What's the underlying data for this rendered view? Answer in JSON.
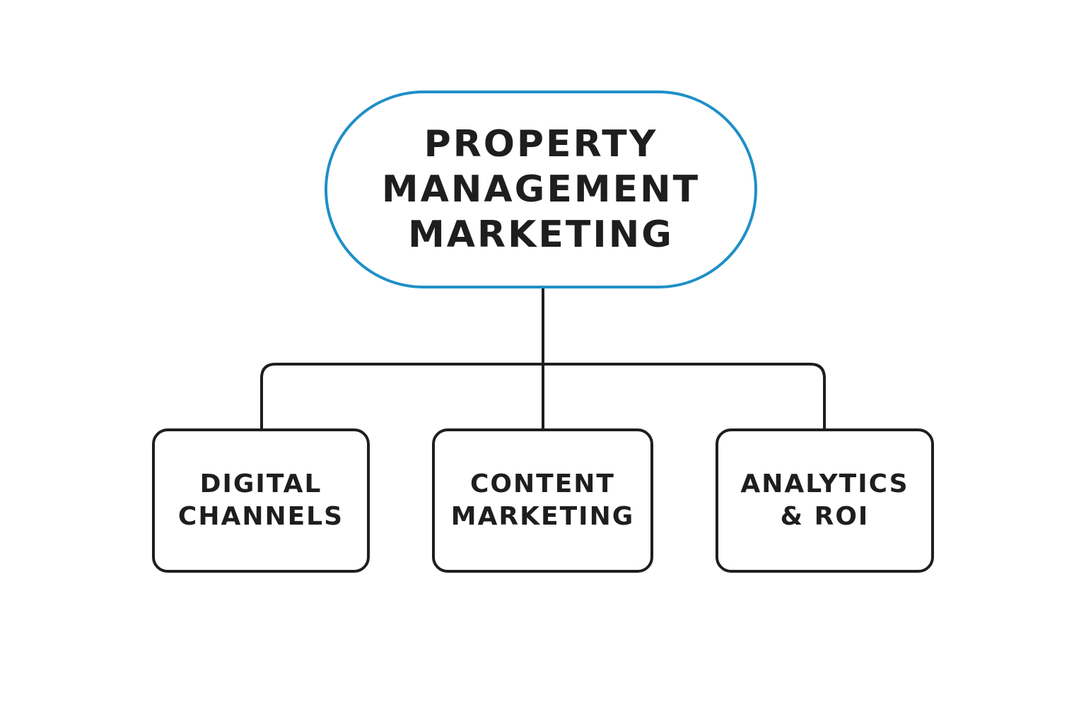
{
  "colors": {
    "background": "#ffffff",
    "root_border": "#1f8fc7",
    "node_border": "#1e1e1e",
    "connector": "#1e1e1e",
    "text": "#1e1e1e"
  },
  "root": {
    "lines": [
      "PROPERTY",
      "MANAGEMENT",
      "MARKETING"
    ]
  },
  "children": [
    {
      "lines": [
        "DIGITAL",
        "CHANNELS"
      ]
    },
    {
      "lines": [
        "CONTENT",
        "MARKETING"
      ]
    },
    {
      "lines": [
        "ANALYTICS",
        "& ROI"
      ]
    }
  ]
}
